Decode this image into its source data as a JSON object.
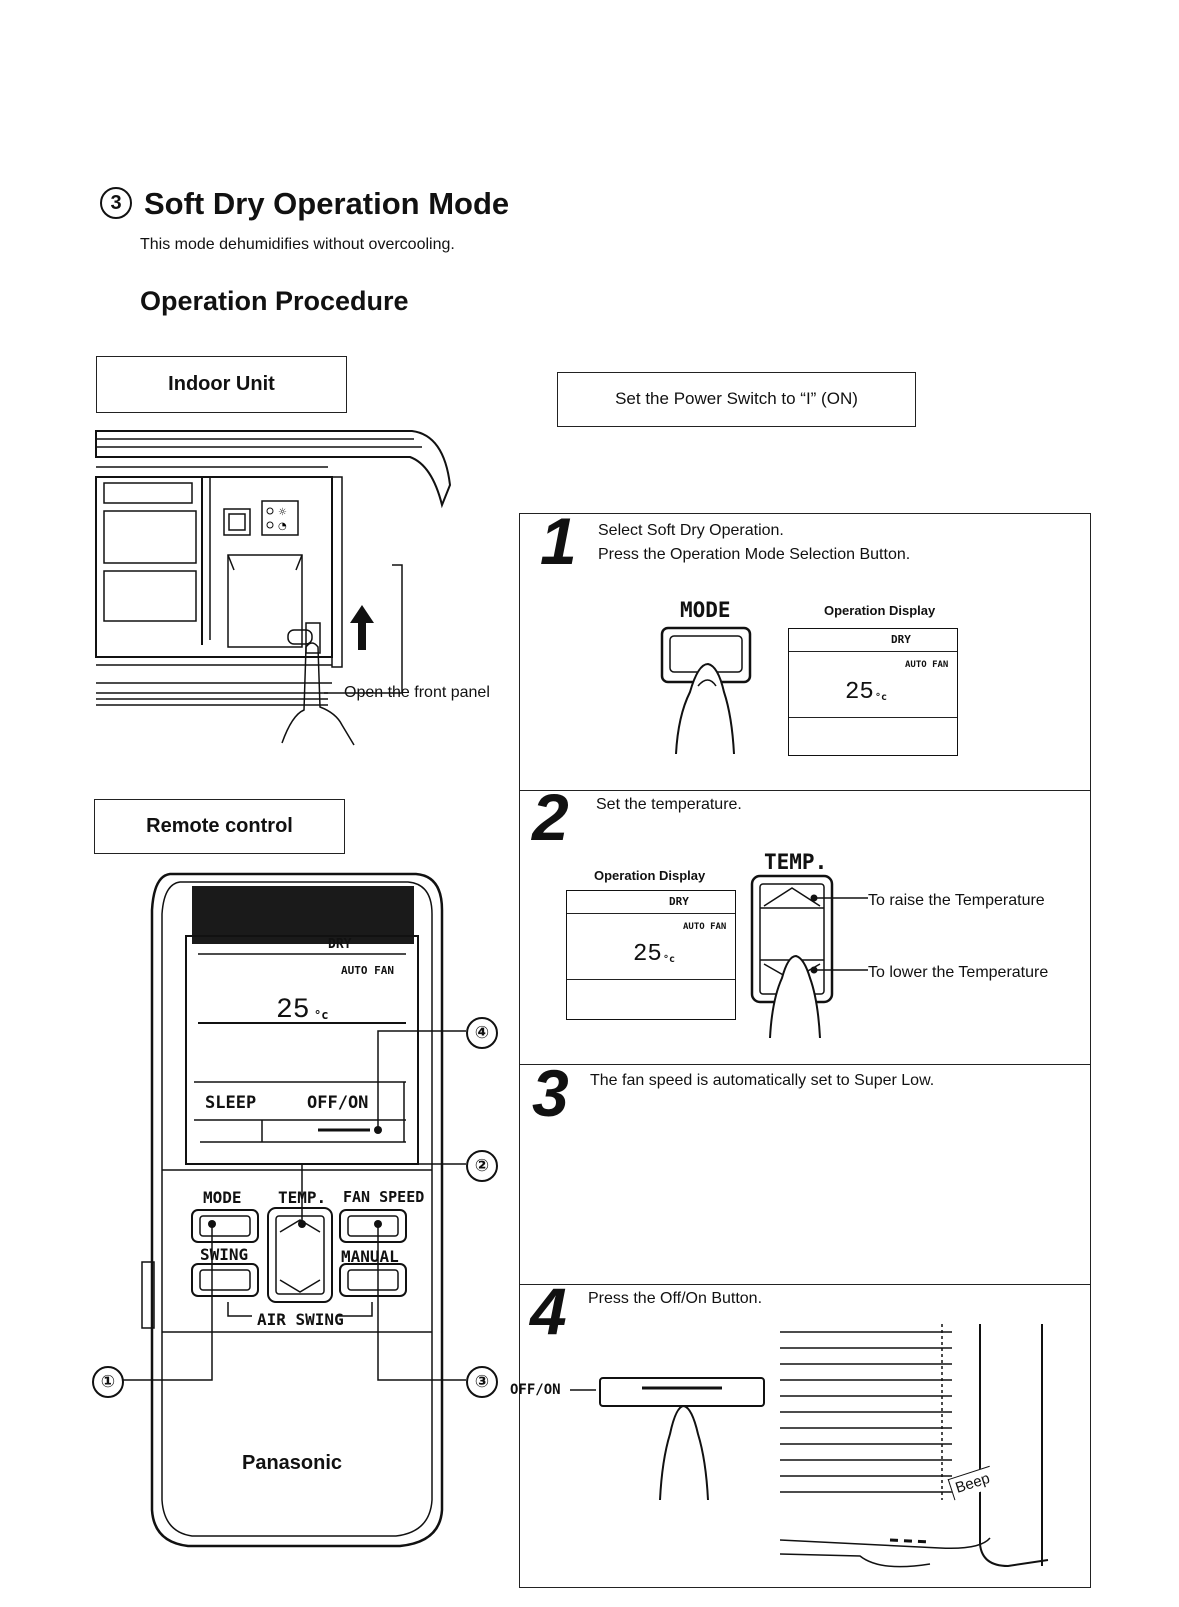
{
  "header": {
    "section_number": "3",
    "title": "Soft Dry Operation Mode",
    "subtitle": "This mode dehumidifies without overcooling.",
    "procedure_heading": "Operation Procedure"
  },
  "indoor_unit": {
    "heading": "Indoor Unit",
    "caption": "Open the front panel"
  },
  "remote_control": {
    "heading": "Remote control",
    "display": {
      "mode": "DRY",
      "fan": "AUTO FAN",
      "temp": "25",
      "unit": "°c"
    },
    "sleep_label": "SLEEP",
    "offon_label": "OFF/ON",
    "mode_label": "MODE",
    "temp_label": "TEMP.",
    "fan_speed_label": "FAN SPEED",
    "swing_label": "SWING",
    "manual_label": "MANUAL",
    "air_swing_label": "AIR SWING",
    "brand": "Panasonic",
    "callouts": [
      "①",
      "②",
      "③",
      "④"
    ]
  },
  "power_switch": {
    "text": "Set the Power Switch to “I” (ON)"
  },
  "steps": [
    {
      "number": "1",
      "line1": "Select Soft Dry Operation.",
      "line2": "Press the Operation Mode Selection Button.",
      "button_label": "MODE",
      "display_label": "Operation Display",
      "display": {
        "mode": "DRY",
        "fan": "AUTO FAN",
        "temp": "25",
        "unit": "°c"
      }
    },
    {
      "number": "2",
      "line1": "Set the temperature.",
      "display_label": "Operation Display",
      "button_label": "TEMP.",
      "raise_text": "To raise the Temperature",
      "lower_text": "To lower the Temperature",
      "display": {
        "mode": "DRY",
        "fan": "AUTO FAN",
        "temp": "25",
        "unit": "°c"
      }
    },
    {
      "number": "3",
      "line1": "The fan speed is automatically set to Super Low."
    },
    {
      "number": "4",
      "line1": "Press the Off/On Button.",
      "button_label": "OFF/ON",
      "beep": "Beep"
    }
  ]
}
